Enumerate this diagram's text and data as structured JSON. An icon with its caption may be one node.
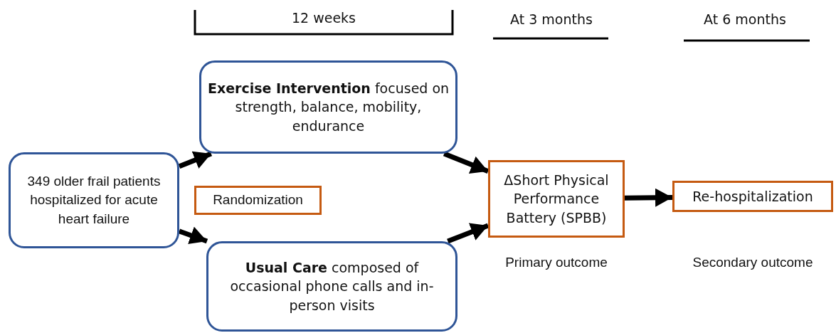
{
  "diagram": {
    "nodes": [
      {
        "text": [
          "349 older frail patients hospitalized for acute heart failure"
        ]
      },
      {
        "text": [
          "**Exercise Intervention** focused on strength, balance, mobility, endurance"
        ]
      },
      {
        "text": [
          "Randomization"
        ]
      },
      {
        "text": [
          "**Usual Care** composed of occasional phone calls and in-person visits"
        ]
      },
      {
        "text": [
          "ΔShort Physical Performance Battery (SPBB)"
        ],
        "beside": [
          "Primary outcome"
        ]
      },
      {
        "text": [
          "Re-hospitalization"
        ],
        "beside": [
          "Secondary outcome"
        ]
      }
    ],
    "edges": [
      {
        "from": 0,
        "to": 1,
        "arrow": "to"
      },
      {
        "from": 0,
        "to": 3,
        "arrow": "to"
      },
      {
        "from": 1,
        "to": 4,
        "arrow": "to"
      },
      {
        "from": 3,
        "to": 4,
        "arrow": "to"
      },
      {
        "from": 4,
        "to": 5,
        "arrow": "to"
      }
    ],
    "labels": [
      "12 weeks",
      "At 3 months",
      "At 6 months"
    ]
  }
}
